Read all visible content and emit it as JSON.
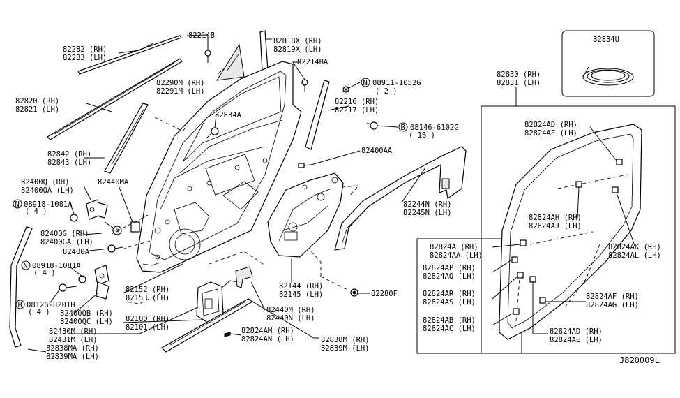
{
  "diagram_code": "J820009L",
  "labels": {
    "l82214B": "82214B",
    "l82282": "82282 (RH)",
    "l82283": "82283 (LH)",
    "l82818X": "82818X (RH)",
    "l82819X": "82819X (LH)",
    "l82214BA": "82214BA",
    "l82290M": "82290M (RH)",
    "l82291M": "82291M (LH)",
    "l08911": "08911-1052G",
    "l08911q": "( 2 )",
    "l82820": "82820 (RH)",
    "l82821": "82821 (LH)",
    "l82834A": "82834A",
    "l82216": "82216 (RH)",
    "l82217": "82217 (LH)",
    "l08146": "08146-6102G",
    "l08146q": "( 16 )",
    "l82842": "82842 (RH)",
    "l82843": "82843 (LH)",
    "l82400AA": "82400AA",
    "l82400Q": "82400Q  (RH)",
    "l82400QA": "82400QA (LH)",
    "l82440MA": "82440MA",
    "l08918a": "08918-1081A",
    "l08918aq": "( 4 )",
    "l82244N": "82244N (RH)",
    "l82245N": "82245N (LH)",
    "l82400G": "82400G  (RH)",
    "l82400GA": "82400GA (LH)",
    "l82400A": "82400A",
    "l08918b": "08918-1081A",
    "l08918bq": "( 4 )",
    "l82144": "82144 (RH)",
    "l82145": "82145 (LH)",
    "l82280F": "82280F",
    "l08126": "08126-8201H",
    "l08126q": "( 4 )",
    "l82152": "82152 (RH)",
    "l82153": "82153 (LH)",
    "l82400QB": "82400QB (RH)",
    "l82400QC": "82400QC (LH)",
    "l82100": "82100 (RH)",
    "l82101": "82101 (LH)",
    "l82440M": "82440M (RH)",
    "l82440N": "82440N (LH)",
    "l82430M": "82430M (RH)",
    "l82431M": "82431M (LH)",
    "l82824AM": "82824AM (RH)",
    "l82824AN": "82824AN (LH)",
    "l82838MA": "82838MA (RH)",
    "l82839MA": "82839MA (LH)",
    "l82838M": "82838M (RH)",
    "l82839M": "82839M (LH)",
    "l82834U": "82834U",
    "l82830": "82830 (RH)",
    "l82831": "82831 (LH)",
    "l82824AD_top": "82824AD (RH)",
    "l82824AE_top": "82824AE (LH)",
    "l82824AH": "82824AH (RH)",
    "l82824AJ": "82824AJ (LH)",
    "l82824AK": "82824AK (RH)",
    "l82824AL": "82824AL (LH)",
    "l82824A": "82824A  (RH)",
    "l82824AA": "82824AA (LH)",
    "l82824AP": "82824AP (RH)",
    "l82824AQ": "82824AQ (LH)",
    "l82824AR": "82824AR (RH)",
    "l82824AS": "82824AS (LH)",
    "l82824AF": "82824AF (RH)",
    "l82824AG": "82824AG (LH)",
    "l82824AB": "82824AB (RH)",
    "l82824AC": "82824AC (LH)",
    "l82824AD_bot": "82824AD (RH)",
    "l82824AE_bot": "82824AE (LH)"
  },
  "callout_letters": {
    "n": "N",
    "b": "B"
  }
}
